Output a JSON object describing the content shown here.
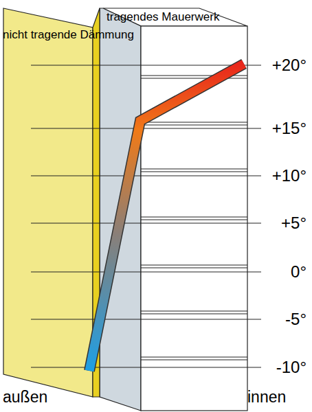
{
  "diagram": {
    "labels": [
      "tragendes Mauerwerk",
      "nicht tragende Dämmung",
      "+20°",
      "+15°",
      "+10°",
      "+5°",
      "0°",
      "-5°",
      "-10°",
      "außen",
      "innen"
    ]
  }
}
